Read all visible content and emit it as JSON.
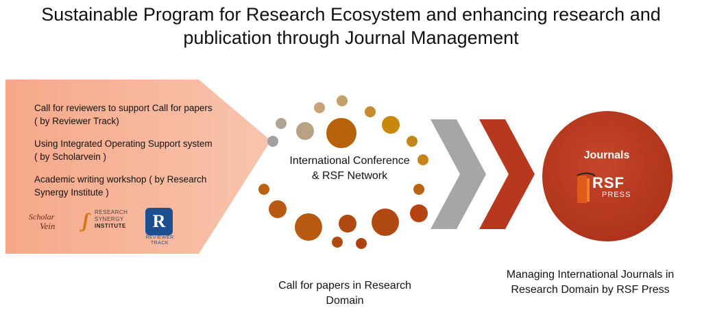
{
  "title": "Sustainable Program for Research Ecosystem and enhancing research and publication through Journal Management",
  "left_panel": {
    "items": [
      "Call for reviewers to support Call for papers ( by Reviewer Track)",
      "Using Integrated Operating Support system ( by Scholarvein )",
      "Academic writing workshop ( by Research Synergy Institute )"
    ],
    "logos": {
      "scholarvein": [
        "Scholar",
        "Vein"
      ],
      "rsi": [
        "RESEARCH",
        "SYNERGY",
        "INSTITUTE"
      ],
      "reviewer_track": [
        "REVIEWER",
        "TRACK"
      ]
    }
  },
  "center": {
    "label": "International Conference & RSF Network",
    "caption": "Call for papers in Research Domain"
  },
  "right": {
    "label": "Journals",
    "logo_word": "RSF",
    "logo_sub": "PRESS",
    "caption": "Managing International Journals in Research Domain by RSF Press"
  },
  "colors": {
    "pentagon": "#f5ad92",
    "chevron_gray": "#a6a6a6",
    "chevron_red": "#b8381f",
    "circle": "#b8381f"
  }
}
